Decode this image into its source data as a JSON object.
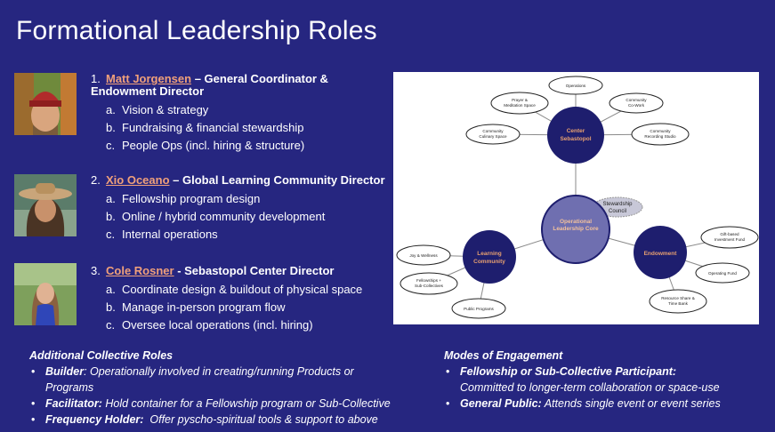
{
  "slide": {
    "title": "Formational Leadership Roles"
  },
  "roles": [
    {
      "num": "1.",
      "name": "Matt Jorgensen",
      "title": " – General Coordinator & Endowment Director",
      "items": [
        {
          "l": "a.",
          "t": "Vision & strategy"
        },
        {
          "l": "b.",
          "t": "Fundraising & financial stewardship"
        },
        {
          "l": "c.",
          "t": "People Ops (incl. hiring & structure)"
        }
      ]
    },
    {
      "num": "2.",
      "name": "Xio Oceano",
      "title": " – Global Learning Community Director",
      "items": [
        {
          "l": "a.",
          "t": "Fellowship program design"
        },
        {
          "l": "b.",
          "t": "Online / hybrid community development"
        },
        {
          "l": "c.",
          "t": "Internal operations"
        }
      ]
    },
    {
      "num": "3.",
      "name": "Cole Rosner",
      "title": " - Sebastopol Center Director",
      "items": [
        {
          "l": "a.",
          "t": "Coordinate design & buildout of physical space"
        },
        {
          "l": "b.",
          "t": "Manage in-person program flow"
        },
        {
          "l": "c.",
          "t": "Oversee local operations (incl. hiring)"
        }
      ]
    }
  ],
  "diagram": {
    "hubs": {
      "center": "Operational Leadership Core",
      "top_l1": "Center",
      "top_l2": "Sebastopol",
      "left_l1": "Learning",
      "left_l2": "Community",
      "right": "Endowment",
      "council_l1": "Stewardship",
      "council_l2": "Council"
    },
    "top_nodes": {
      "operations": "Operations",
      "prayer_l1": "Prayer &",
      "prayer_l2": "Meditation Space",
      "cowork_l1": "Community",
      "cowork_l2": "Co-Work",
      "culinary_l1": "Community",
      "culinary_l2": "Culinary Space",
      "recording_l1": "Community",
      "recording_l2": "Recording Studio"
    },
    "left_nodes": {
      "joy": "Joy & Wellness",
      "fellowships_l1": "Fellowships +",
      "fellowships_l2": "Sub-Collectives",
      "public": "Public Programs"
    },
    "right_nodes": {
      "gift_l1": "Gift-based",
      "gift_l2": "Investment Fund",
      "opfund": "Operating Fund",
      "resource_l1": "Resource Share &",
      "resource_l2": "Time Bank"
    }
  },
  "collective": {
    "heading": "Additional Collective Roles",
    "builder_label": "Builder",
    "builder_text": ": Operationally involved in creating/running Products or",
    "builder_cont": "Programs",
    "facilitator_label": "Facilitator:",
    "facilitator_text": " Hold container for a Fellowship program or Sub-Collective",
    "freq_label": "Frequency Holder:",
    "freq_text": "  Offer pyscho-spiritual tools & support to above"
  },
  "engagement": {
    "heading": "Modes of Engagement",
    "fellow_label": "Fellowship or Sub-Collective Participant:",
    "fellow_cont": "Committed to longer-term collaboration or space-use",
    "public_label": "General Public:",
    "public_text": " Attends single event or event series"
  },
  "colors": {
    "background": "#262680",
    "accent": "#f0a07a",
    "hub": "#1e1e6e",
    "core": "#6f6fb0"
  }
}
